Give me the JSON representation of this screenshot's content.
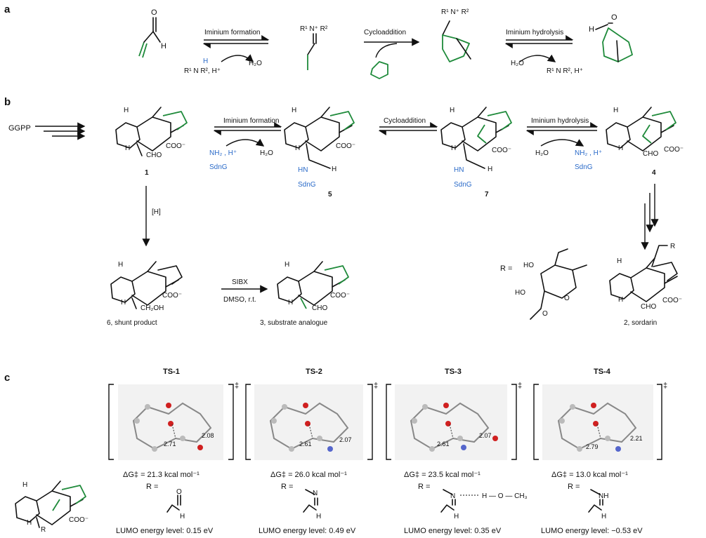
{
  "panels": {
    "a": "a",
    "b": "b",
    "c": "c"
  },
  "panel_a": {
    "aldehyde_h": "H",
    "aldehyde_o": "O",
    "step1": "Iminium formation",
    "amine_reagent": "R¹ N R², H⁺",
    "amine_h": "H",
    "water1": "H₂O",
    "iminium_label": "R¹ N⁺ R²",
    "step2": "Cycloaddition",
    "step3": "Iminium hydrolysis",
    "water2": "H₂O",
    "amine_out": "R¹ N R², H⁺",
    "product_h": "H",
    "product_o": "O"
  },
  "panel_b": {
    "ggpp": "GGPP",
    "step1": "Iminium formation",
    "reagent1": "NH₂ , H⁺",
    "reagent1_enzyme": "SdnG",
    "water1": "H₂O",
    "step2": "Cycloaddition",
    "step3": "Iminium hydrolysis",
    "water2": "H₂O",
    "reagent2": "NH₂ , H⁺",
    "reagent2_enzyme": "SdnG",
    "compound1": "1",
    "compound5": "5",
    "compound7": "7",
    "compound4": "4",
    "cho": "CHO",
    "coo": "COO⁻",
    "hn_imine": "HN",
    "sdng": "SdnG",
    "h": "H",
    "reduction": "[H]",
    "compound6": "6, shunt product",
    "ch2oh": "CH₂OH",
    "oxidant": "SIBX",
    "conditions": "DMSO, r.t.",
    "compound3": "3, substrate analogue",
    "r_equals": "R =",
    "ho1": "HO",
    "ho2": "HO",
    "o_label": "O",
    "r_group": "R",
    "compound2": "2, sordarin"
  },
  "panel_c": {
    "ts": [
      {
        "name": "TS-1",
        "dg": "ΔG‡ = 21.3 kcal mol⁻¹",
        "d1": "2.71",
        "d2": "2.08",
        "r_eq": "R =",
        "lumo": "LUMO energy level: 0.15 eV",
        "r_h": "H",
        "r_o": "O"
      },
      {
        "name": "TS-2",
        "dg": "ΔG‡ = 26.0 kcal mol⁻¹",
        "d1": "2.61",
        "d2": "2.07",
        "r_eq": "R =",
        "lumo": "LUMO energy level: 0.49 eV",
        "r_n": "N",
        "r_h": "H"
      },
      {
        "name": "TS-3",
        "dg": "ΔG‡ = 23.5 kcal mol⁻¹",
        "d1": "2.61",
        "d2": "2.07",
        "r_eq": "R =",
        "lumo": "LUMO energy level: 0.35 eV",
        "r_n": "N",
        "r_h": "H",
        "r_och3": "H — O — CH₃"
      },
      {
        "name": "TS-4",
        "dg": "ΔG‡ = 13.0 kcal mol⁻¹",
        "d1": "2.79",
        "d2": "2.21",
        "r_eq": "R =",
        "lumo": "LUMO energy level: −0.53 eV",
        "r_nh": "NH",
        "r_h": "H"
      }
    ],
    "dagger": "‡",
    "scaffold_r": "R",
    "scaffold_h": "H",
    "scaffold_coo": "COO⁻"
  },
  "colors": {
    "green_bond": "#1e8a3a",
    "blue_n": "#2b6bc9",
    "oxygen": "#d02020",
    "ts_bg": "#f2f2f2"
  }
}
